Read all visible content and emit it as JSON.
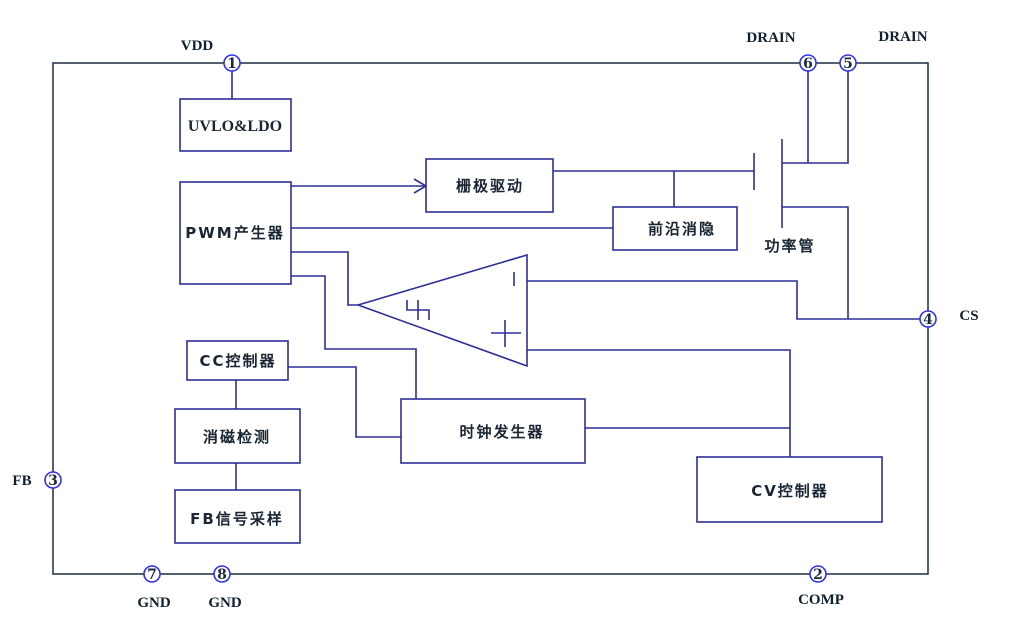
{
  "diagram": {
    "type": "IC internal block diagram",
    "pins": [
      {
        "number": "1",
        "name": "VDD"
      },
      {
        "number": "2",
        "name": "COMP"
      },
      {
        "number": "3",
        "name": "FB"
      },
      {
        "number": "4",
        "name": "CS"
      },
      {
        "number": "5",
        "name": "DRAIN"
      },
      {
        "number": "6",
        "name": "DRAIN"
      },
      {
        "number": "7",
        "name": "GND"
      },
      {
        "number": "8",
        "name": "GND"
      }
    ],
    "blocks": {
      "uvlo_ldo": "UVLO&LDO",
      "pwm_generator": "PWM产生器",
      "gate_driver": "栅极驱动",
      "leading_edge_blanking": "前沿消隐",
      "cc_controller": "CC控制器",
      "demag_detect": "消磁检测",
      "fb_sampling": "FB信号采样",
      "clock_generator": "时钟发生器",
      "cv_controller": "CV控制器"
    },
    "labels": {
      "power_transistor": "功率管"
    },
    "comparator": {
      "inverting_symbol": "−",
      "noninverting_symbol": "+",
      "hysteresis_symbol": "hysteresis"
    },
    "colors": {
      "wire": "#2e2e99",
      "chip_outline": "#2b3a4a",
      "pin_circle": "#3030ee",
      "text": "#1a2633"
    }
  }
}
